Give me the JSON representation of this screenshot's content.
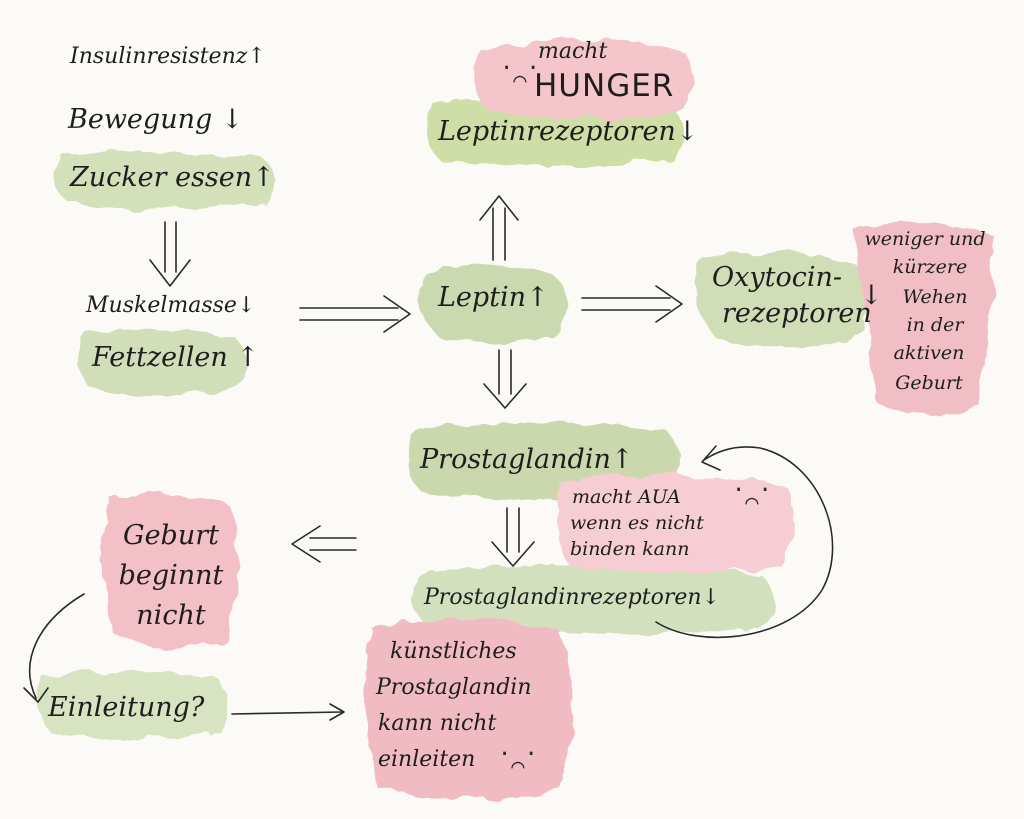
{
  "labels": {
    "insulin": "Insulinresistenz↑",
    "bewegung": "Bewegung ↓",
    "zucker": "Zucker essen↑",
    "muskel": "Muskelmasse↓",
    "fett": "Fettzellen ↑",
    "macht": "macht",
    "hunger": "HUNGER",
    "leptinrez": "Leptinrezeptoren↓",
    "leptin": "Leptin↑",
    "oxy1": "Oxytocin-",
    "oxy2": "rezeptoren",
    "wehen": [
      "weniger und",
      "kürzere",
      "Wehen",
      "in der",
      "aktiven",
      "Geburt"
    ],
    "prosta": "Prostaglandin↑",
    "aua": [
      "macht AUA",
      "wenn es nicht",
      "binden kann"
    ],
    "prostarez": "Prostaglandinrezeptoren↓",
    "geburt": [
      "Geburt",
      "beginnt",
      "nicht"
    ],
    "einleitung": "Einleitung?",
    "kuenstlich": [
      "künstliches",
      "Prostaglandin",
      "kann nicht",
      "einleiten"
    ]
  },
  "faces": [
    "sad-face-hunger",
    "sad-face-aua",
    "sad-face-einleiten"
  ],
  "colors": {
    "green_wash": "#c9d9a8",
    "pink_wash": "#f2b8c0",
    "ink": "#1e1e1e"
  }
}
